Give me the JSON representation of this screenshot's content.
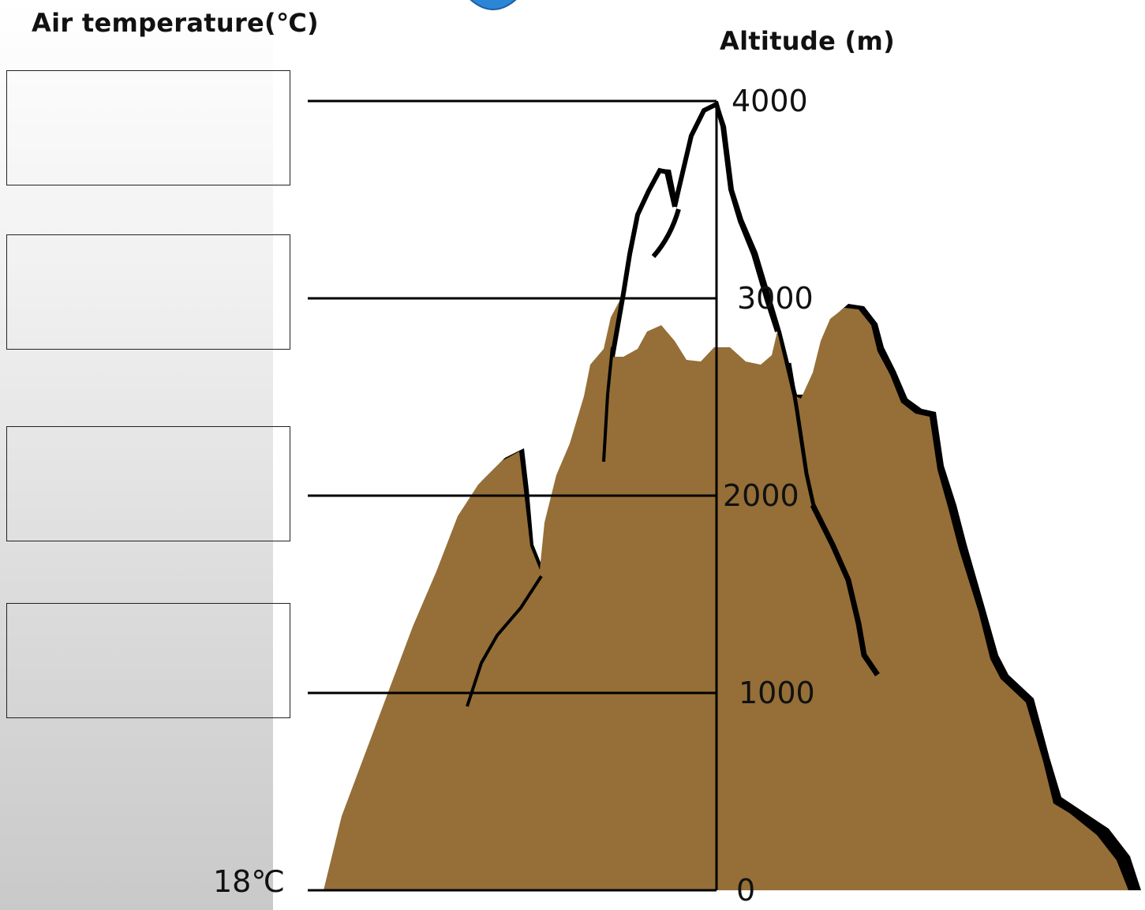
{
  "left_axis_title": "Air temperature(℃)",
  "right_axis_title": "Altitude (m)",
  "base_temperature": "18℃",
  "altitude_ticks": [
    "4000",
    "3000",
    "2000",
    "1000",
    "0"
  ],
  "answer_boxes": [
    "",
    "",
    "",
    ""
  ],
  "colors": {
    "mountain_fill": "#956f37",
    "snow": "#ffffff",
    "outline": "#000000",
    "top_shape": "#2b86d6"
  }
}
